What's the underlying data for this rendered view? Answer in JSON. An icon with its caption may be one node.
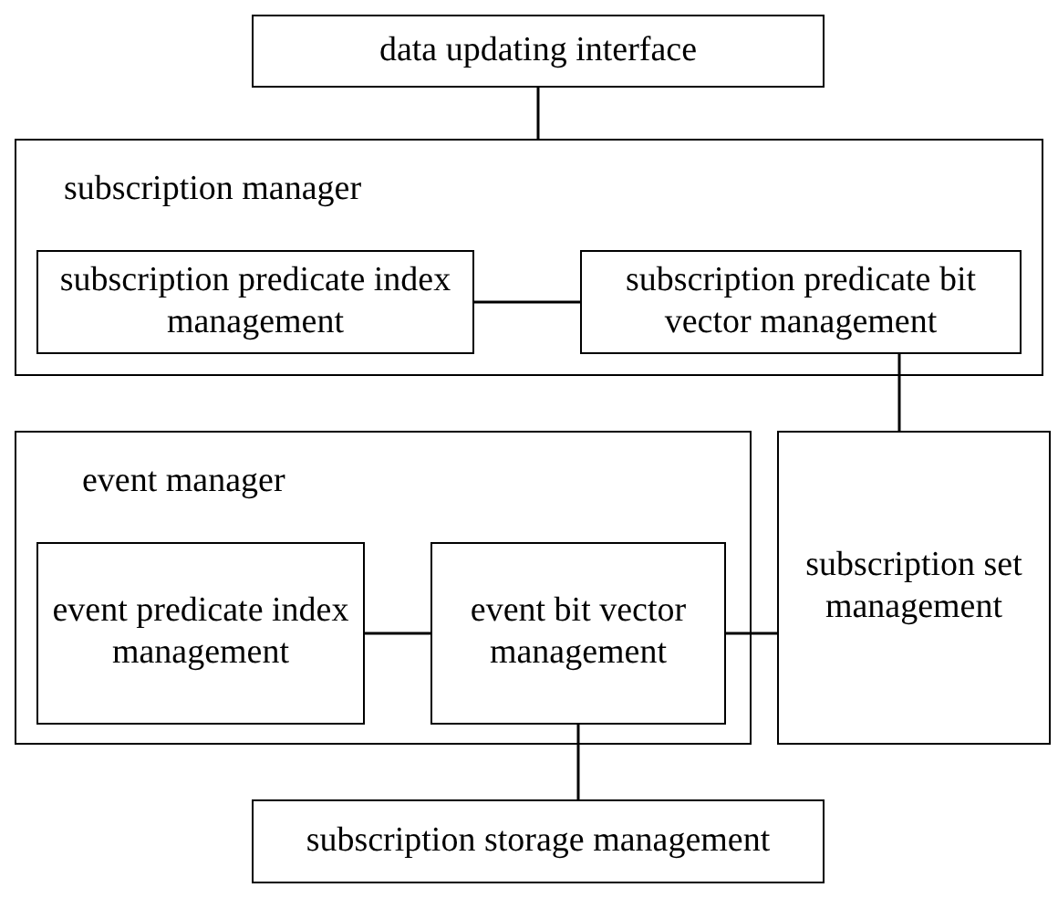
{
  "diagram": {
    "nodes": [
      {
        "text": [
          "data updating interface"
        ]
      },
      {
        "text": [
          "subscription manager"
        ]
      },
      {
        "text": [
          "subscription predicate index management"
        ],
        "in": 1
      },
      {
        "text": [
          "subscription predicate bit vector management"
        ],
        "in": 1
      },
      {
        "text": [
          "event manager"
        ]
      },
      {
        "text": [
          "event predicate index management"
        ],
        "in": 4
      },
      {
        "text": [
          "event bit vector management"
        ],
        "in": 4
      },
      {
        "text": [
          "subscription set management"
        ]
      },
      {
        "text": [
          "subscription storage management"
        ]
      }
    ],
    "edges": [
      {
        "from": 0,
        "to": 1,
        "arrow": "none"
      },
      {
        "from": 2,
        "to": 3,
        "arrow": "none"
      },
      {
        "from": 3,
        "to": 7,
        "arrow": "none"
      },
      {
        "from": 5,
        "to": 6,
        "arrow": "none"
      },
      {
        "from": 6,
        "to": 7,
        "arrow": "none"
      },
      {
        "from": 6,
        "to": 8,
        "arrow": "none"
      }
    ]
  }
}
